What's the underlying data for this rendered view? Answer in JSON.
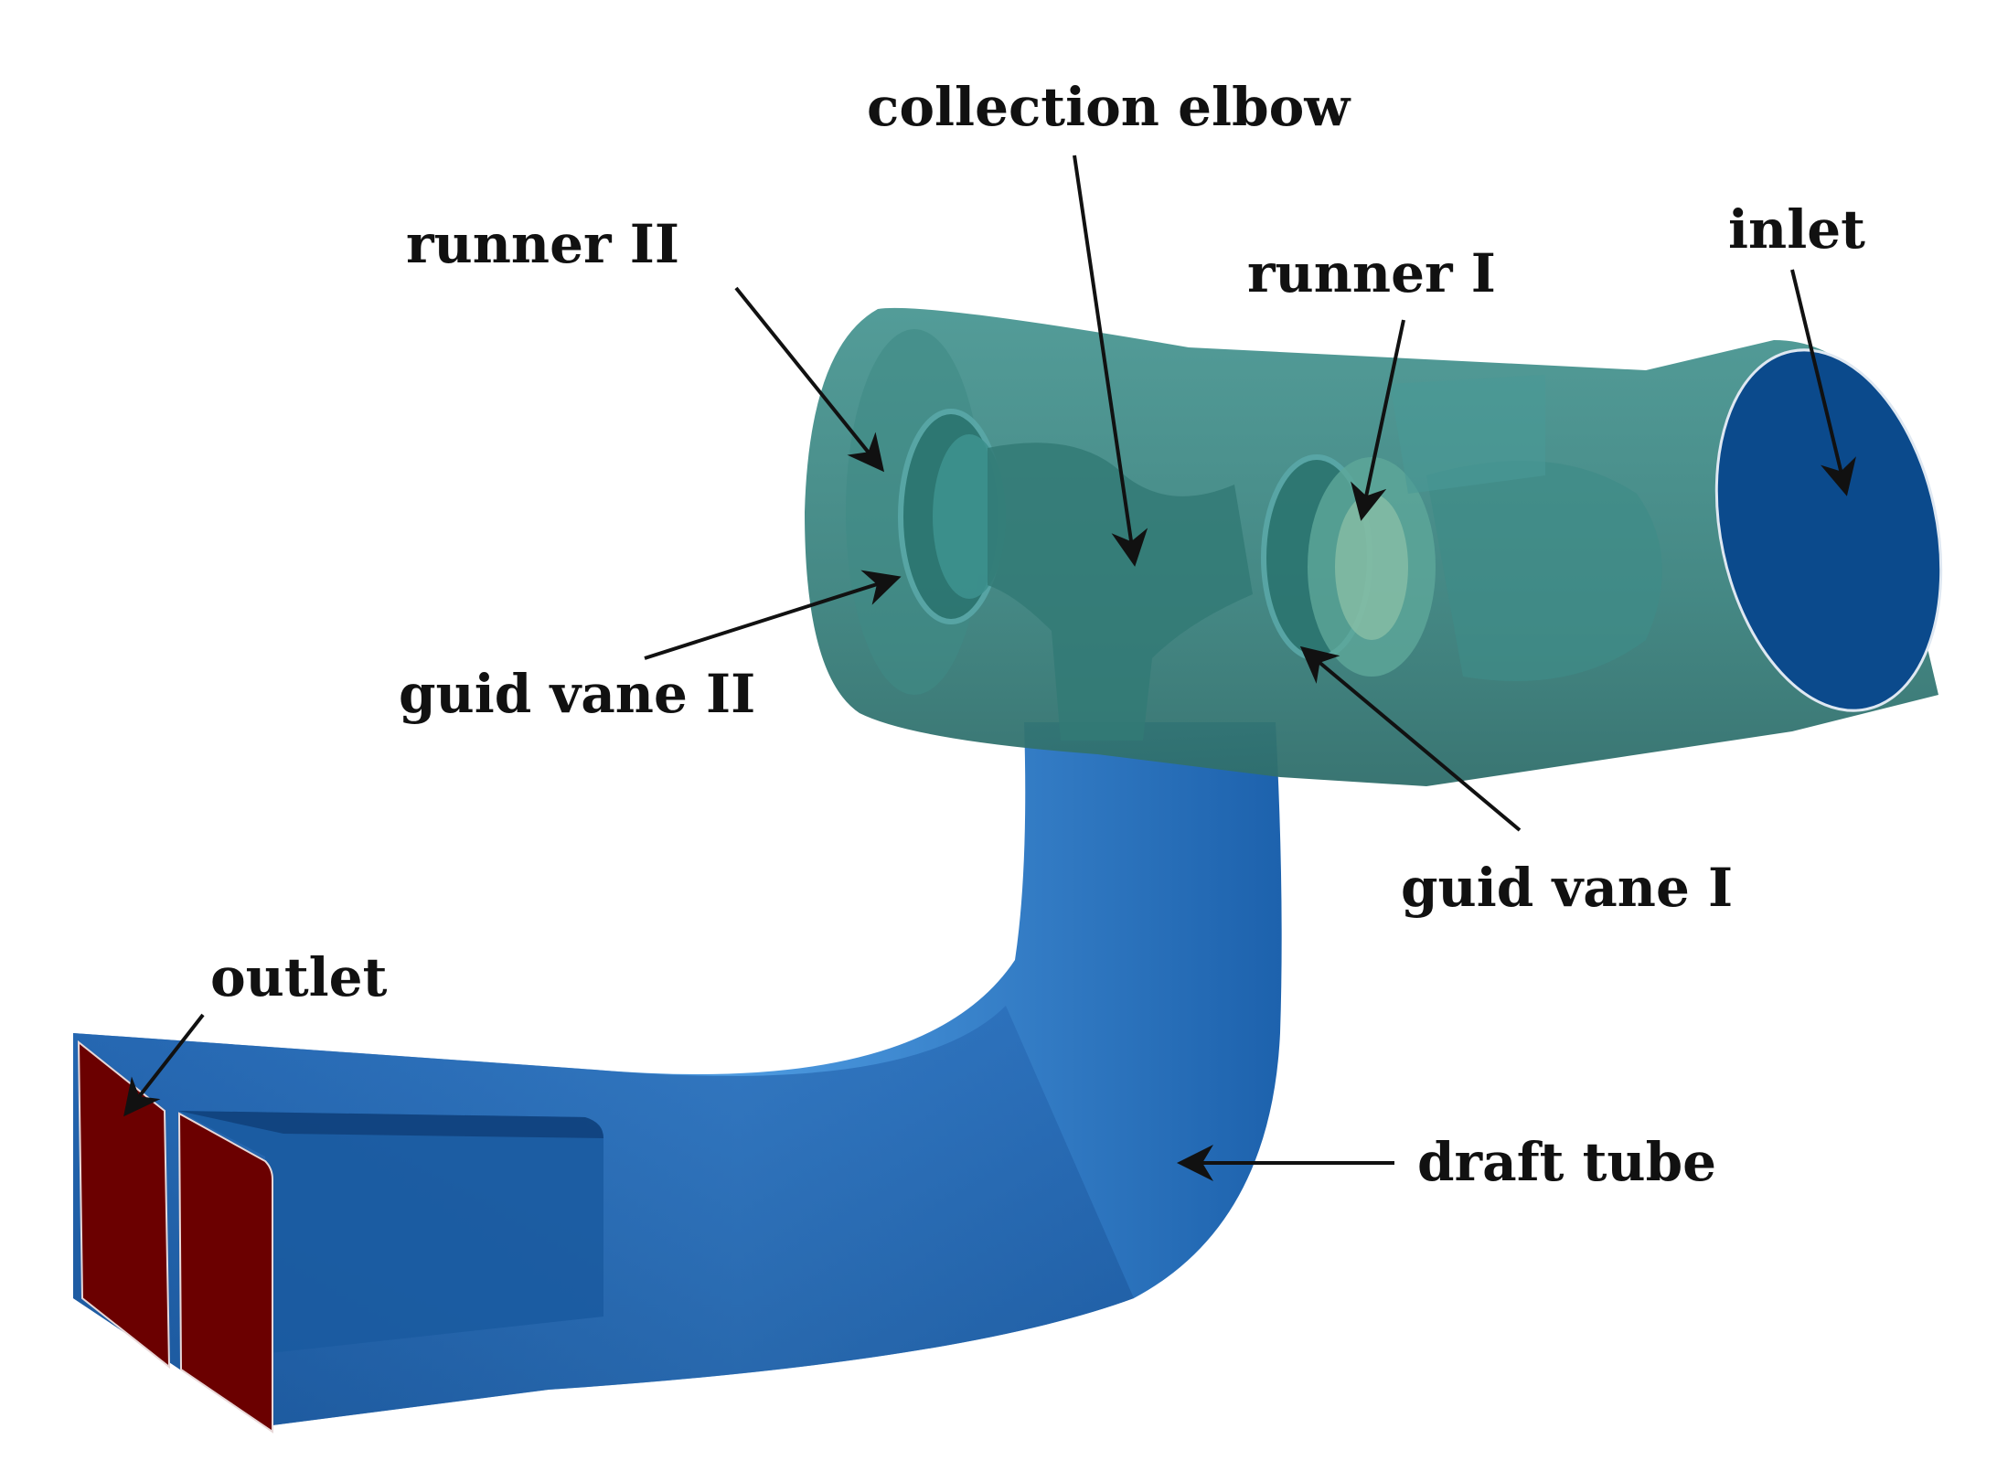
{
  "labels": {
    "collection_elbow": "collection elbow",
    "inlet": "inlet",
    "runner_2": "runner II",
    "runner_1": "runner I",
    "guid_vane_2": "guid vane II",
    "guid_vane_1": "guid vane I",
    "outlet": "outlet",
    "draft_tube": "draft tube"
  },
  "colors": {
    "casing": "#3f8a86",
    "casing_dark": "#2e6f6c",
    "inlet_face": "#0b4a8c",
    "draft_tube": "#1f68b8",
    "draft_tube_highlight": "#4d9ae0",
    "outlet_face": "#6b0000",
    "arrow": "#111111"
  }
}
